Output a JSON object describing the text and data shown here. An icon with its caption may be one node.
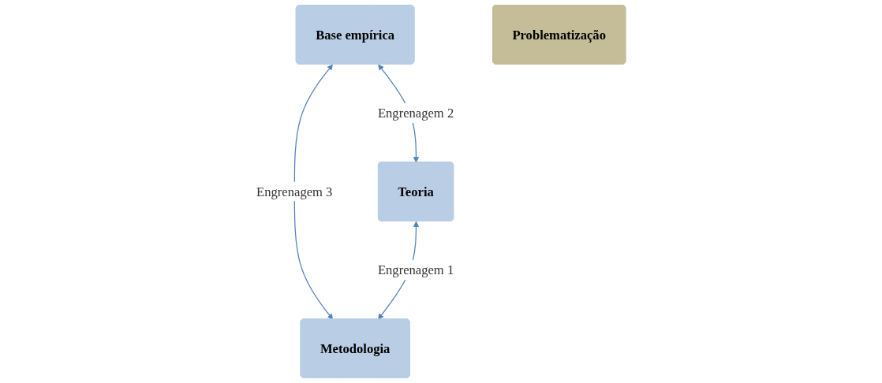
{
  "diagram": {
    "nodes": [
      {
        "text": [
          "Base empírica"
        ]
      },
      {
        "text": [
          "Problematização"
        ]
      },
      {
        "text": [
          "Teoria"
        ]
      },
      {
        "text": [
          "Metodologia"
        ]
      }
    ],
    "edges": [
      {
        "from": 0,
        "to": 2,
        "arrow": "both",
        "label": "Engrenagem 2"
      },
      {
        "from": 0,
        "to": 3,
        "arrow": "both",
        "label": "Engrenagem 3"
      },
      {
        "from": 2,
        "to": 3,
        "arrow": "both",
        "label": "Engrenagem 1"
      }
    ]
  }
}
